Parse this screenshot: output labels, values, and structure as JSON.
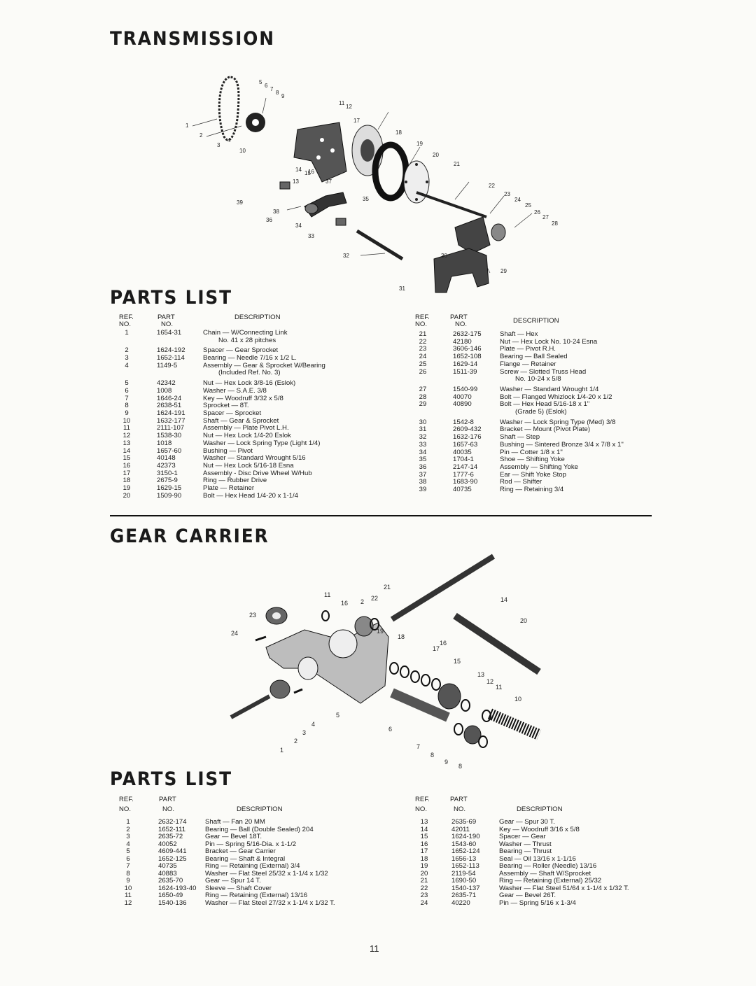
{
  "transmission": {
    "title": "TRANSMISSION",
    "parts_title": "PARTS LIST",
    "callouts": [
      "1",
      "2",
      "3",
      "4",
      "5",
      "6",
      "7",
      "8",
      "9",
      "10",
      "11",
      "12",
      "13",
      "14",
      "15",
      "16",
      "17",
      "18",
      "19",
      "20",
      "21",
      "22",
      "23",
      "24",
      "25",
      "26",
      "27",
      "28",
      "29",
      "30",
      "31",
      "32",
      "33",
      "34",
      "35",
      "36",
      "37",
      "38",
      "39"
    ],
    "columns": {
      "ref": "REF.",
      "no": "NO.",
      "part": "PART",
      "part_no": "NO.",
      "description": "DESCRIPTION"
    },
    "left_rows": [
      {
        "ref": "1",
        "part": "1654-31",
        "desc": [
          "Chain — W/Connecting Link",
          "No. 41 x 28 pitches"
        ]
      },
      {
        "ref": "2",
        "part": "1624-192",
        "desc": [
          "Spacer — Gear Sprocket"
        ]
      },
      {
        "ref": "3",
        "part": "1652-114",
        "desc": [
          "Bearing — Needle 7/16 x 1/2 L."
        ]
      },
      {
        "ref": "4",
        "part": "1149-5",
        "desc": [
          "Assembly — Gear & Sprocket W/Bearing",
          "(Included Ref. No. 3)"
        ]
      },
      {
        "ref": "5",
        "part": "42342",
        "desc": [
          "Nut — Hex Lock 3/8-16 (Eslok)"
        ]
      },
      {
        "ref": "6",
        "part": "1008",
        "desc": [
          "Washer — S.A.E. 3/8"
        ]
      },
      {
        "ref": "7",
        "part": "1646-24",
        "desc": [
          "Key — Woodruff 3/32 x 5/8"
        ]
      },
      {
        "ref": "8",
        "part": "2638-51",
        "desc": [
          "Sprocket — 8T."
        ]
      },
      {
        "ref": "9",
        "part": "1624-191",
        "desc": [
          "Spacer — Sprocket"
        ]
      },
      {
        "ref": "10",
        "part": "1632-177",
        "desc": [
          "Shaft — Gear & Sprocket"
        ]
      },
      {
        "ref": "11",
        "part": "2111-107",
        "desc": [
          "Assembly — Plate Pivot L.H."
        ]
      },
      {
        "ref": "12",
        "part": "1538-30",
        "desc": [
          "Nut — Hex Lock 1/4-20 Eslok"
        ]
      },
      {
        "ref": "13",
        "part": "1018",
        "desc": [
          "Washer — Lock Spring Type (Light 1/4)"
        ]
      },
      {
        "ref": "14",
        "part": "1657-60",
        "desc": [
          "Bushing — Pivot"
        ]
      },
      {
        "ref": "15",
        "part": "40148",
        "desc": [
          "Washer — Standard Wrought 5/16"
        ]
      },
      {
        "ref": "16",
        "part": "42373",
        "desc": [
          "Nut — Hex Lock 5/16-18 Esna"
        ]
      },
      {
        "ref": "17",
        "part": "3150-1",
        "desc": [
          "Assembly - Disc Drive Wheel W/Hub"
        ]
      },
      {
        "ref": "18",
        "part": "2675-9",
        "desc": [
          "Ring — Rubber Drive"
        ]
      },
      {
        "ref": "19",
        "part": "1629-15",
        "desc": [
          "Plate — Retainer"
        ]
      },
      {
        "ref": "20",
        "part": "1509-90",
        "desc": [
          "Bolt — Hex Head 1/4-20 x 1-1/4"
        ]
      }
    ],
    "right_rows": [
      {
        "ref": "21",
        "part": "2632-175",
        "desc": [
          "Shaft — Hex"
        ]
      },
      {
        "ref": "22",
        "part": "42180",
        "desc": [
          "Nut — Hex Lock No. 10-24 Esna"
        ]
      },
      {
        "ref": "23",
        "part": "3606-146",
        "desc": [
          "Plate — Pivot R.H."
        ]
      },
      {
        "ref": "24",
        "part": "1652-108",
        "desc": [
          "Bearing — Ball Sealed"
        ]
      },
      {
        "ref": "25",
        "part": "1629-14",
        "desc": [
          "Flange — Retainer"
        ]
      },
      {
        "ref": "26",
        "part": "1511-39",
        "desc": [
          "Screw — Slotted Truss Head",
          "No. 10-24 x 5/8"
        ]
      },
      {
        "ref": "27",
        "part": "1540-99",
        "desc": [
          "Washer — Standard Wrought 1/4"
        ]
      },
      {
        "ref": "28",
        "part": "40070",
        "desc": [
          "Bolt — Flanged Whizlock 1/4-20 x 1/2"
        ]
      },
      {
        "ref": "29",
        "part": "40890",
        "desc": [
          "Bolt — Hex Head 5/16-18 x 1\"",
          "(Grade 5) (Eslok)"
        ]
      },
      {
        "ref": "30",
        "part": "1542-8",
        "desc": [
          "Washer — Lock Spring Type (Med) 3/8"
        ]
      },
      {
        "ref": "31",
        "part": "2609-432",
        "desc": [
          "Bracket — Mount (Pivot Plate)"
        ]
      },
      {
        "ref": "32",
        "part": "1632-176",
        "desc": [
          "Shaft — Step"
        ]
      },
      {
        "ref": "33",
        "part": "1657-63",
        "desc": [
          "Bushing — Sintered Bronze 3/4 x 7/8 x 1\""
        ]
      },
      {
        "ref": "34",
        "part": "40035",
        "desc": [
          "Pin — Cotter 1/8 x 1\""
        ]
      },
      {
        "ref": "35",
        "part": "1704-1",
        "desc": [
          "Shoe — Shifting Yoke"
        ]
      },
      {
        "ref": "36",
        "part": "2147-14",
        "desc": [
          "Assembly — Shifting Yoke"
        ]
      },
      {
        "ref": "37",
        "part": "1777-6",
        "desc": [
          "Ear — Shift Yoke Stop"
        ]
      },
      {
        "ref": "38",
        "part": "1683-90",
        "desc": [
          "Rod — Shifter"
        ]
      },
      {
        "ref": "39",
        "part": "40735",
        "desc": [
          "Ring — Retaining 3/4"
        ]
      }
    ]
  },
  "gear_carrier": {
    "title": "GEAR CARRIER",
    "parts_title": "PARTS LIST",
    "callouts": [
      "1",
      "2",
      "3",
      "4",
      "5",
      "6",
      "7",
      "8",
      "9",
      "10",
      "11",
      "12",
      "13",
      "14",
      "15",
      "16",
      "17",
      "18",
      "19",
      "20",
      "21",
      "22",
      "23",
      "24",
      "2",
      "16",
      "11",
      "7",
      "8"
    ],
    "columns": {
      "ref": "REF.",
      "no": "NO.",
      "part": "PART",
      "part_no": "NO.",
      "description": "DESCRIPTION"
    },
    "left_rows": [
      {
        "ref": "1",
        "part": "2632-174",
        "desc": [
          "Shaft — Fan 20 MM"
        ]
      },
      {
        "ref": "2",
        "part": "1652-111",
        "desc": [
          "Bearing — Ball (Double Sealed) 204"
        ]
      },
      {
        "ref": "3",
        "part": "2635-72",
        "desc": [
          "Gear — Bevel 18T."
        ]
      },
      {
        "ref": "4",
        "part": "40052",
        "desc": [
          "Pin — Spring 5/16-Dia. x 1-1/2"
        ]
      },
      {
        "ref": "5",
        "part": "4609-441",
        "desc": [
          "Bracket — Gear Carrier"
        ]
      },
      {
        "ref": "6",
        "part": "1652-125",
        "desc": [
          "Bearing — Shaft & Integral"
        ]
      },
      {
        "ref": "7",
        "part": "40735",
        "desc": [
          "Ring — Retaining (External) 3/4"
        ]
      },
      {
        "ref": "8",
        "part": "40883",
        "desc": [
          "Washer — Flat Steel 25/32 x 1-1/4 x 1/32"
        ]
      },
      {
        "ref": "9",
        "part": "2635-70",
        "desc": [
          "Gear — Spur 14 T."
        ]
      },
      {
        "ref": "10",
        "part": "1624-193-40",
        "desc": [
          "Sleeve — Shaft Cover"
        ]
      },
      {
        "ref": "11",
        "part": "1650-49",
        "desc": [
          "Ring — Retaining (External) 13/16"
        ]
      },
      {
        "ref": "12",
        "part": "1540-136",
        "desc": [
          "Washer — Flat Steel 27/32 x 1-1/4 x 1/32 T."
        ]
      }
    ],
    "right_rows": [
      {
        "ref": "13",
        "part": "2635-69",
        "desc": [
          "Gear — Spur 30 T."
        ]
      },
      {
        "ref": "14",
        "part": "42011",
        "desc": [
          "Key — Woodruff 3/16 x 5/8"
        ]
      },
      {
        "ref": "15",
        "part": "1624-190",
        "desc": [
          "Spacer — Gear"
        ]
      },
      {
        "ref": "16",
        "part": "1543-60",
        "desc": [
          "Washer — Thrust"
        ]
      },
      {
        "ref": "17",
        "part": "1652-124",
        "desc": [
          "Bearing — Thrust"
        ]
      },
      {
        "ref": "18",
        "part": "1656-13",
        "desc": [
          "Seal — Oil 13/16 x 1-1/16"
        ]
      },
      {
        "ref": "19",
        "part": "1652-113",
        "desc": [
          "Bearing — Roller (Needle) 13/16"
        ]
      },
      {
        "ref": "20",
        "part": "2119-54",
        "desc": [
          "Assembly — Shaft W/Sprocket"
        ]
      },
      {
        "ref": "21",
        "part": "1690-50",
        "desc": [
          "Ring — Retaining (External) 25/32"
        ]
      },
      {
        "ref": "22",
        "part": "1540-137",
        "desc": [
          "Washer — Flat Steel 51/64 x 1-1/4 x 1/32 T."
        ]
      },
      {
        "ref": "23",
        "part": "2635-71",
        "desc": [
          "Gear — Bevel 26T."
        ]
      },
      {
        "ref": "24",
        "part": "40220",
        "desc": [
          "Pin — Spring 5/16 x 1-3/4"
        ]
      }
    ]
  },
  "page_number": "11"
}
